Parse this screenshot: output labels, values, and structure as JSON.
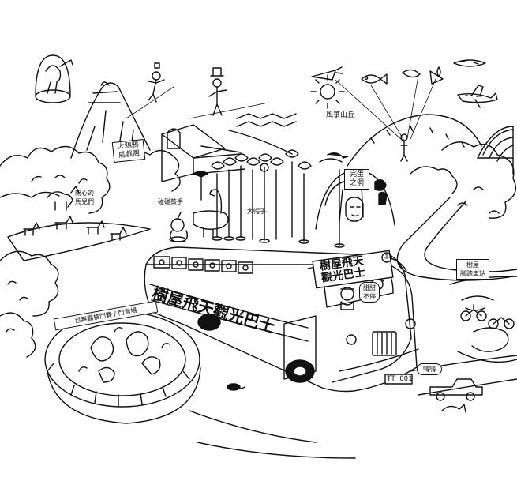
{
  "labels": {
    "big_bird_theatre": "大鴉鴉\n馬戲團",
    "tunnel_mouth": "完蛋\n之洞",
    "kite_hill": "風箏山丘",
    "big_hat": "大帽子",
    "drum_bird": "碰碰鼓手",
    "happy_horses": "開心的\n馬兒們",
    "bus_side_title": "樹屋飛天觀光巴士",
    "bus_front_title": "樹屋飛天\n觀光巴士",
    "route_number": "①",
    "plate": "TT 001",
    "driver_bubble": "甜甜\n不停",
    "parking_sign": "樹屋\n腳踏車站",
    "hello_bubble": "嗨嗨",
    "arena_banner": "巨無霸格鬥賽 / 鬥鳥場"
  },
  "colors": {
    "ink": "#111111",
    "paper": "#ffffff"
  }
}
